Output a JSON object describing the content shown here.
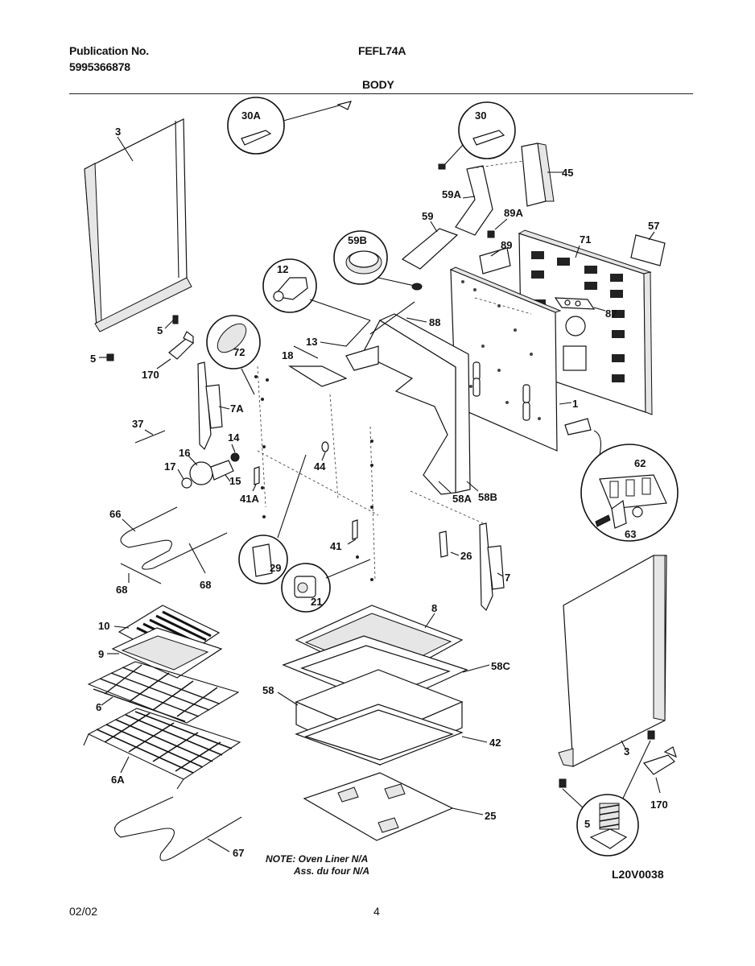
{
  "header": {
    "publication_label": "Publication No.",
    "publication_number": "5995366878",
    "model": "FEFL74A",
    "section": "BODY"
  },
  "footer": {
    "date": "02/02",
    "page_number": "4",
    "drawing_code": "L20V0038"
  },
  "note": {
    "line1": "NOTE: Oven Liner N/A",
    "line2": "Ass. du four N/A"
  },
  "callouts": {
    "c30A": "30A",
    "c30": "30",
    "c59B": "59B",
    "c12": "12",
    "c72": "72",
    "c29": "29",
    "c21": "21",
    "c62": "62",
    "c63": "63",
    "c5b": "5"
  },
  "labels": {
    "l3a": "3",
    "l5a": "5",
    "l5b": "5",
    "l170a": "170",
    "l7A": "7A",
    "l37": "37",
    "l16": "16",
    "l14": "14",
    "l17": "17",
    "l15": "15",
    "l41A": "41A",
    "l44": "44",
    "l13": "13",
    "l18": "18",
    "l88": "88",
    "l45": "45",
    "l59A": "59A",
    "l59": "59",
    "l89A": "89A",
    "l89": "89",
    "l71": "71",
    "l57": "57",
    "l87": "87",
    "l1": "1",
    "l58A": "58A",
    "l58B": "58B",
    "l66": "66",
    "l68a": "68",
    "l68b": "68",
    "l41": "41",
    "l26": "26",
    "l7": "7",
    "l10": "10",
    "l9": "9",
    "l6": "6",
    "l6A": "6A",
    "l8": "8",
    "l58C": "58C",
    "l58": "58",
    "l42": "42",
    "l25": "25",
    "l67": "67",
    "l3b": "3",
    "l170b": "170"
  }
}
